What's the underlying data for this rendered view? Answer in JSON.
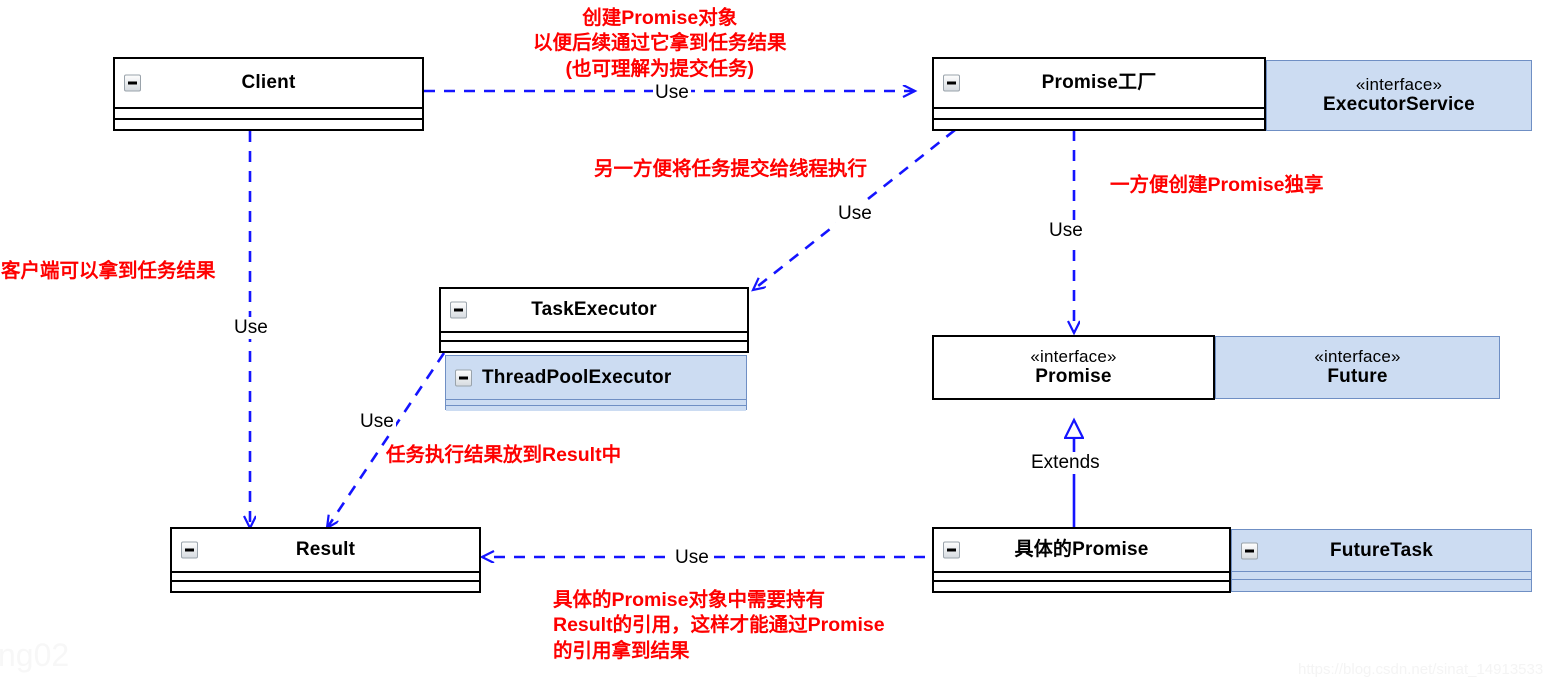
{
  "diagram": {
    "title": "Promise / Future UML class diagram",
    "colors": {
      "note_red": "#fe0000",
      "edge_blue": "#1414ff",
      "interface_blue_fill": "#ccdcf2",
      "interface_blue_border": "#6f8fc4",
      "box_border": "#000000"
    }
  },
  "boxes": {
    "client": {
      "name": "Client"
    },
    "promise_factory": {
      "name": "Promise工厂"
    },
    "executor_service": {
      "stereotype": "«interface»",
      "name": "ExecutorService"
    },
    "task_executor": {
      "name": "TaskExecutor"
    },
    "thread_pool_executor": {
      "name": "ThreadPoolExecutor"
    },
    "promise": {
      "stereotype": "«interface»",
      "name": "Promise"
    },
    "future": {
      "stereotype": "«interface»",
      "name": "Future"
    },
    "result": {
      "name": "Result"
    },
    "concrete_promise": {
      "name": "具体的Promise"
    },
    "future_task": {
      "name": "FutureTask"
    }
  },
  "edge_labels": {
    "client_to_factory": "Use",
    "client_to_result": "Use",
    "factory_to_task_executor": "Use",
    "factory_to_promise": "Use",
    "task_executor_to_result": "Use",
    "concrete_promise_to_result": "Use",
    "concrete_promise_extends_promise": "Extends"
  },
  "notes": {
    "create_promise": "创建Promise对象\n以便后续通过它拿到任务结果\n(也可理解为提交任务)",
    "submit_task": "另一方便将任务提交给线程执行",
    "create_promise_exclusive": "一方便创建Promise独享",
    "client_gets_result": "客户端可以拿到任务结果",
    "result_stored": "任务执行结果放到Result中",
    "concrete_holds_result": "具体的Promise对象中需要持有\nResult的引用，这样才能通过Promise\n的引用拿到结果"
  },
  "watermarks": {
    "url": "https://blog.csdn.net/sinat_14913533",
    "fragment": "ng02"
  }
}
